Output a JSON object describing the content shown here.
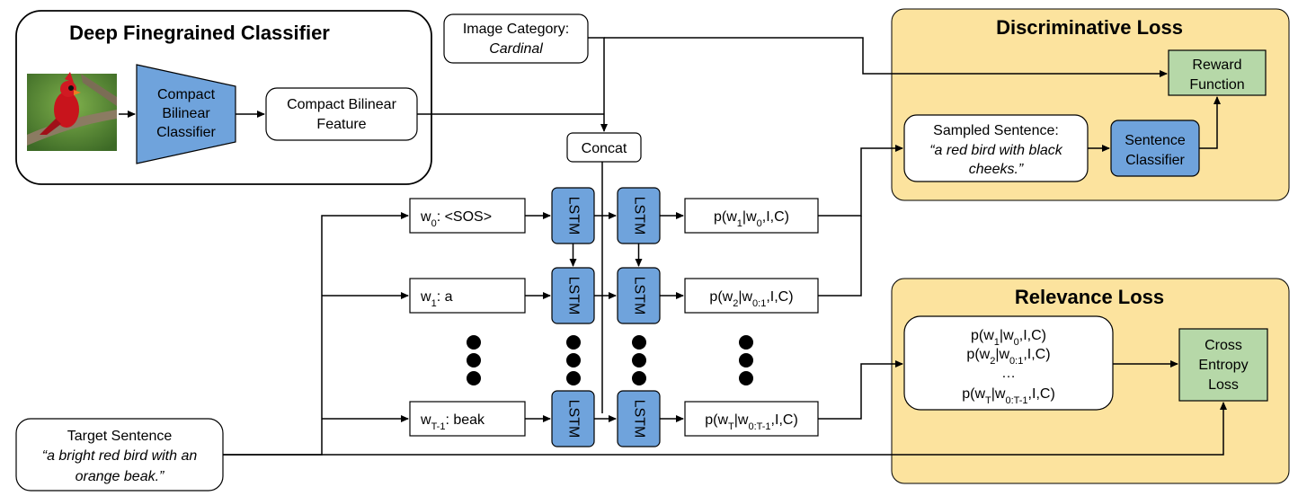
{
  "classifier_panel": {
    "title": "Deep Finegrained Classifier",
    "cnn_label": [
      "Compact",
      "Bilinear",
      "Classifier"
    ],
    "feature_label": [
      "Compact Bilinear",
      "Feature"
    ],
    "image_subject": "cardinal bird photo"
  },
  "image_category": {
    "label": "Image Category:",
    "value": "Cardinal"
  },
  "concat_label": "Concat",
  "lstm_label": "LSTM",
  "inputs": [
    {
      "word_sub": "0",
      "token": "<SOS>"
    },
    {
      "word_sub": "1",
      "token": "a"
    },
    {
      "word_sub": "T-1",
      "token": "beak"
    }
  ],
  "outputs": [
    {
      "p1": "p(w",
      "s1": "1",
      "p2": "|w",
      "s2": "0",
      "p3": ",I,C)"
    },
    {
      "p1": "p(w",
      "s1": "2",
      "p2": "|w",
      "s2": "0:1",
      "p3": ",I,C)"
    },
    {
      "p1": "p(w",
      "s1": "T",
      "p2": "|w",
      "s2": "0:T-1",
      "p3": ",I,C)"
    }
  ],
  "target_sentence": {
    "label": "Target Sentence",
    "text": [
      "“a bright red bird with an",
      "orange beak.”"
    ]
  },
  "discriminative_loss": {
    "title": "Discriminative Loss",
    "reward_label": [
      "Reward",
      "Function"
    ],
    "sampled_label": "Sampled Sentence:",
    "sampled_text": [
      "“a red bird with black",
      "cheeks.”"
    ],
    "sentence_classifier_label": [
      "Sentence",
      "Classifier"
    ]
  },
  "relevance_loss": {
    "title": "Relevance Loss",
    "ellipsis": "…",
    "cross_entropy_label": [
      "Cross",
      "Entropy",
      "Loss"
    ]
  },
  "colors": {
    "blue_box": "#6fa3dc",
    "panel": "#fce39e",
    "green_box": "#b6d8a8"
  }
}
